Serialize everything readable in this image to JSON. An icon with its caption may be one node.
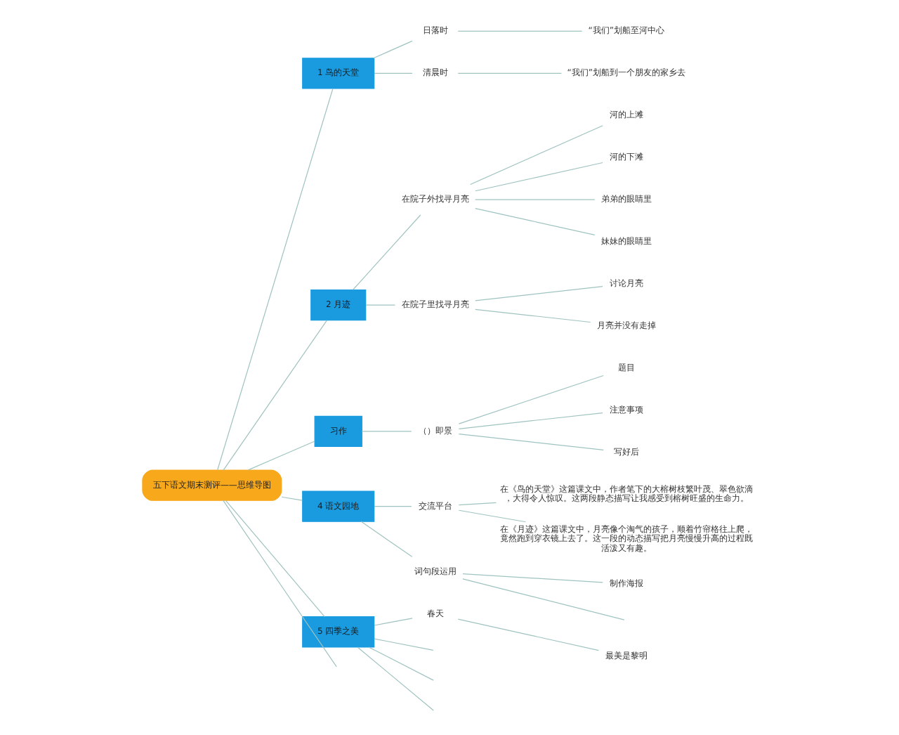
{
  "diagram": {
    "nodes": [
      {
        "text": [
          "五下语文期末测评——思维导图"
        ]
      },
      {
        "text": [
          "1 鸟的天堂"
        ]
      },
      {
        "text": [
          "日落时"
        ]
      },
      {
        "text": [
          "“我们”划船至河中心"
        ]
      },
      {
        "text": [
          "清晨时"
        ]
      },
      {
        "text": [
          "“我们”划船到一个朋友的家乡去"
        ]
      },
      {
        "text": [
          "2 月迹"
        ]
      },
      {
        "text": [
          "在院子外找寻月亮"
        ]
      },
      {
        "text": [
          "河的上滩"
        ]
      },
      {
        "text": [
          "河的下滩"
        ]
      },
      {
        "text": [
          "弟弟的眼睛里"
        ]
      },
      {
        "text": [
          "妹妹的眼睛里"
        ]
      },
      {
        "text": [
          "在院子里找寻月亮"
        ]
      },
      {
        "text": [
          "讨论月亮"
        ]
      },
      {
        "text": [
          "月亮并没有走掉"
        ]
      },
      {
        "text": [
          "习作"
        ]
      },
      {
        "text": [
          "（）即景"
        ]
      },
      {
        "text": [
          "题目"
        ]
      },
      {
        "text": [
          "注意事项"
        ]
      },
      {
        "text": [
          "写好后"
        ]
      },
      {
        "text": [
          "4 语文园地"
        ]
      },
      {
        "text": [
          "交流平台"
        ]
      },
      {
        "text": [
          "在《鸟的天堂》这篇课文中，作者笔下的大榕树枝繁叶茂、翠色欲滴，大得令人惊叹。这两段静态描写让我感受到榕树旺盛的生命力。"
        ]
      },
      {
        "text": [
          "在《月迹》这篇课文中，月亮像个淘气的孩子，顺着竹帘格往上爬，竟然跑到穿衣镜上去了。这一段的动态描写把月亮慢慢升高的过程既活泼又有趣。"
        ]
      },
      {
        "text": [
          "词句段运用"
        ]
      },
      {
        "text": [
          "制作海报"
        ]
      },
      {
        "text": [
          "5 四季之美"
        ]
      },
      {
        "text": [
          "春天"
        ]
      },
      {
        "text": [
          "最美是黎明"
        ]
      }
    ],
    "edges": [
      {
        "from": 0,
        "to": 1,
        "arrow": "none"
      },
      {
        "from": 1,
        "to": 2,
        "arrow": "none"
      },
      {
        "from": 2,
        "to": 3,
        "arrow": "none"
      },
      {
        "from": 1,
        "to": 4,
        "arrow": "none"
      },
      {
        "from": 4,
        "to": 5,
        "arrow": "none"
      },
      {
        "from": 0,
        "to": 6,
        "arrow": "none"
      },
      {
        "from": 6,
        "to": 7,
        "arrow": "none"
      },
      {
        "from": 7,
        "to": 8,
        "arrow": "none"
      },
      {
        "from": 7,
        "to": 9,
        "arrow": "none"
      },
      {
        "from": 7,
        "to": 10,
        "arrow": "none"
      },
      {
        "from": 7,
        "to": 11,
        "arrow": "none"
      },
      {
        "from": 6,
        "to": 12,
        "arrow": "none"
      },
      {
        "from": 12,
        "to": 13,
        "arrow": "none"
      },
      {
        "from": 12,
        "to": 14,
        "arrow": "none"
      },
      {
        "from": 0,
        "to": 15,
        "arrow": "none"
      },
      {
        "from": 15,
        "to": 16,
        "arrow": "none"
      },
      {
        "from": 16,
        "to": 17,
        "arrow": "none"
      },
      {
        "from": 16,
        "to": 18,
        "arrow": "none"
      },
      {
        "from": 16,
        "to": 19,
        "arrow": "none"
      },
      {
        "from": 0,
        "to": 20,
        "arrow": "none"
      },
      {
        "from": 20,
        "to": 21,
        "arrow": "none"
      },
      {
        "from": 21,
        "to": 22,
        "arrow": "none"
      },
      {
        "from": 21,
        "to": 23,
        "arrow": "none"
      },
      {
        "from": 20,
        "to": 24,
        "arrow": "none"
      },
      {
        "from": 24,
        "to": 25,
        "arrow": "none"
      },
      {
        "from": 24,
        "to": null,
        "arrow": "none"
      },
      {
        "from": 0,
        "to": 26,
        "arrow": "none"
      },
      {
        "from": 26,
        "to": 27,
        "arrow": "none"
      },
      {
        "from": 27,
        "to": 28,
        "arrow": "none"
      },
      {
        "from": 26,
        "to": null,
        "arrow": "none"
      },
      {
        "from": 26,
        "to": null,
        "arrow": "none"
      },
      {
        "from": 26,
        "to": null,
        "arrow": "none"
      },
      {
        "from": 0,
        "to": null,
        "arrow": "none"
      }
    ]
  }
}
